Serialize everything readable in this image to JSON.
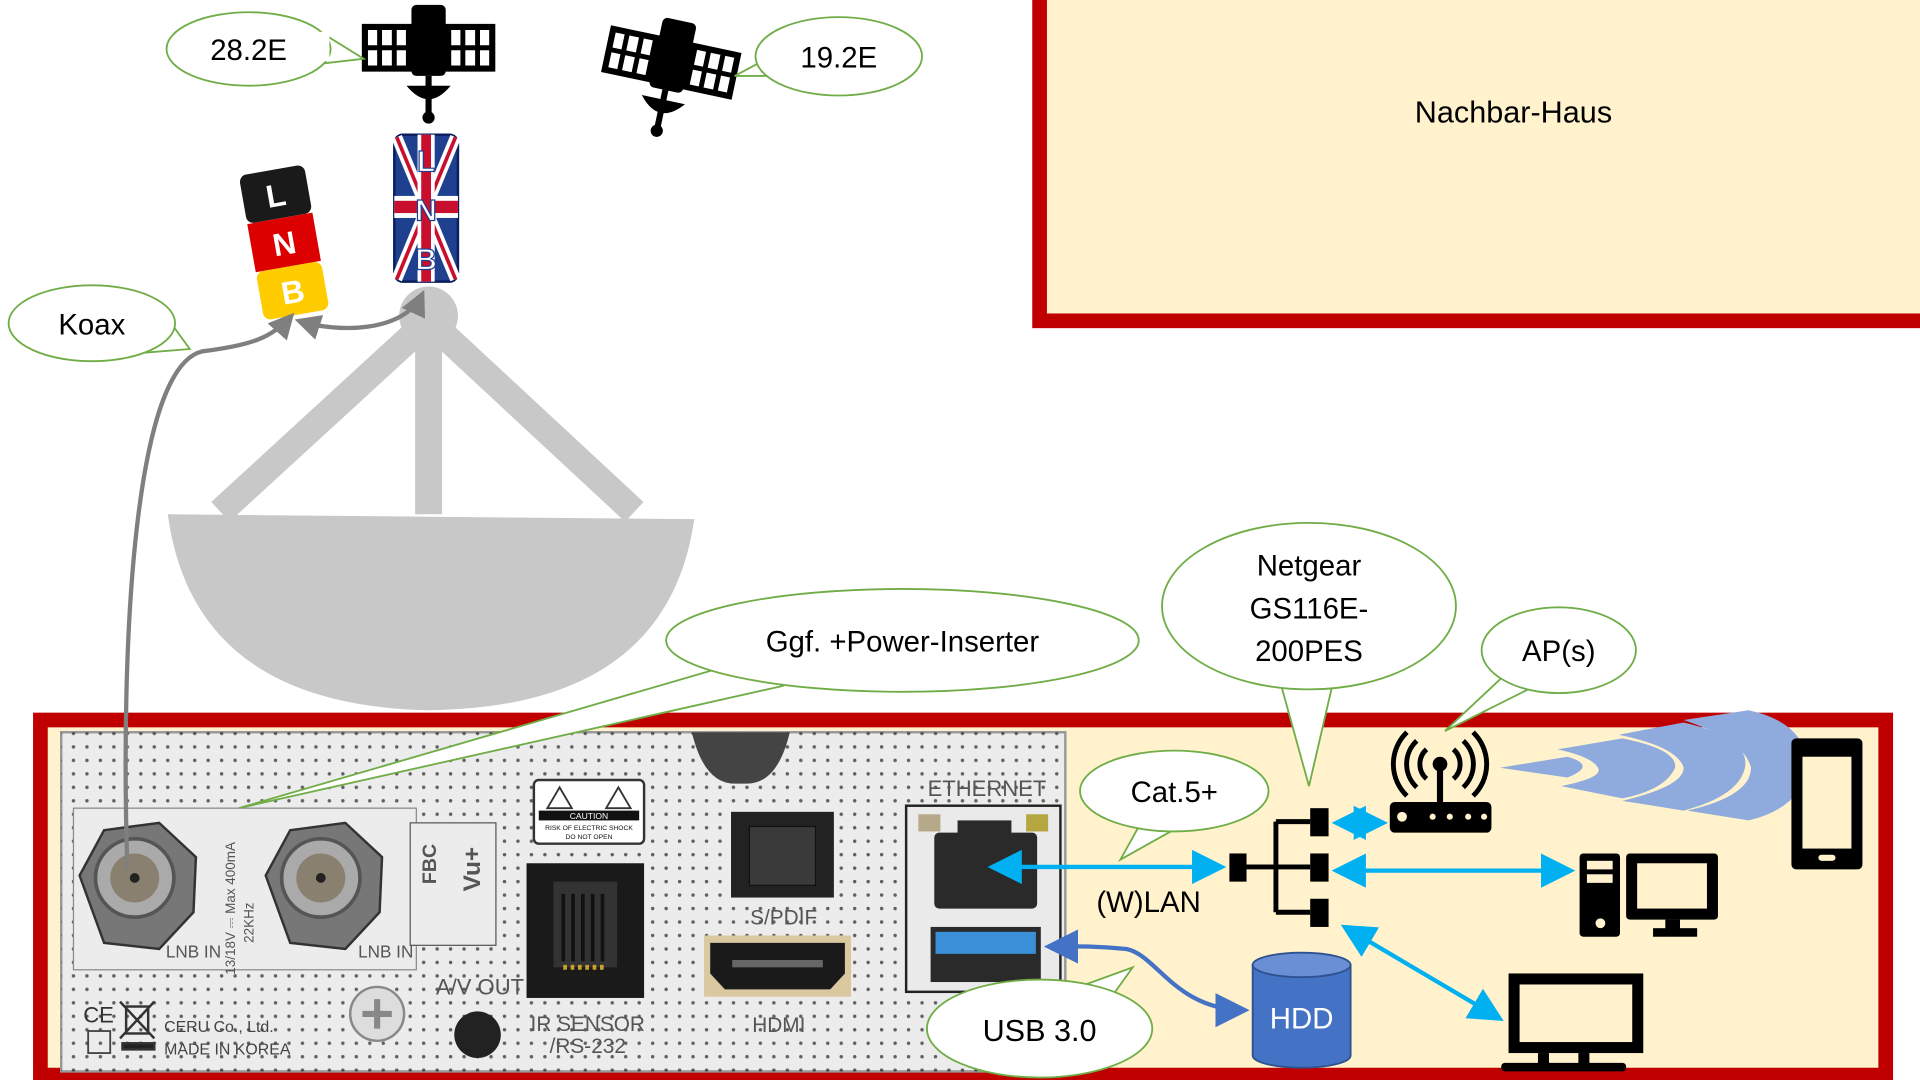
{
  "colors": {
    "house_border": "#c00000",
    "house_fill": "#fff2cc",
    "callout_border": "#70ad47",
    "lan_arrow": "#00b0f0",
    "usb_arrow": "#4472c4",
    "coax": "#7f7f7f",
    "dish": "#c8c8c8",
    "wifi": "#8faadc",
    "hdd": "#4472c4"
  },
  "satellites": [
    {
      "label": "28.2E",
      "icon": "satellite-icon"
    },
    {
      "label": "19.2E",
      "icon": "satellite-icon"
    }
  ],
  "lnbs": [
    {
      "letters": [
        "L",
        "N",
        "B"
      ],
      "style": "german-flag"
    },
    {
      "letters": [
        "L",
        "N",
        "B"
      ],
      "style": "union-jack"
    }
  ],
  "callouts": {
    "coax": "Koax",
    "power_inserter": "Ggf. +Power-Inserter",
    "switch_lines": [
      "Netgear",
      "GS116E-",
      "200PES"
    ],
    "ap": "AP(s)",
    "cat": "Cat.5+",
    "usb": "USB 3.0"
  },
  "neighbor_house": {
    "label": "Nachbar-Haus"
  },
  "lan_label": "(W)LAN",
  "hdd_label": "HDD",
  "receiver": {
    "lnb_in_1": "LNB IN",
    "lnb_in_2": "LNB IN",
    "lnb_spec_1": "13/18V ⎓ Max 400mA",
    "lnb_spec_2": "22KHz",
    "fbc": "FBC",
    "brand": "Vu+",
    "caution": "CAUTION",
    "caution_sub_1": "RISK OF ELECTRIC SHOCK",
    "caution_sub_2": "DO NOT OPEN",
    "av_out": "A/V OUT",
    "ir_sensor_1": "IR SENSOR",
    "ir_sensor_2": "/RS-232",
    "spdif": "S/PDIF",
    "hdmi": "HDMI",
    "ethernet": "ETHERNET",
    "maker": "CERU Co., Ltd.",
    "origin": "MADE IN KOREA",
    "ce": "CE"
  }
}
